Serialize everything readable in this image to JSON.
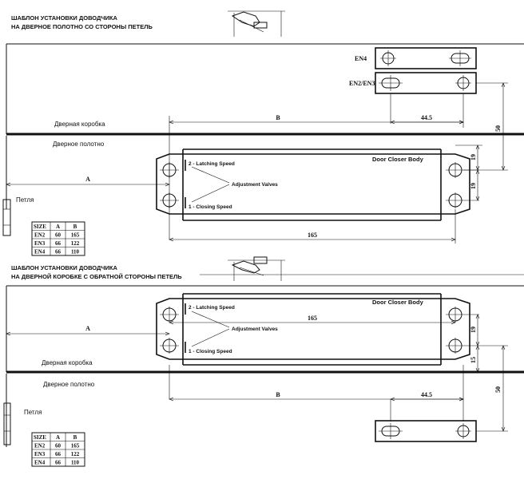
{
  "top_section": {
    "title_line1": "ШАБЛОН УСТАНОВКИ ДОВОДЧИКА",
    "title_line2": "НА ДВЕРНОЕ ПОЛОТНО СО СТОРОНЫ ПЕТЕЛЬ",
    "frame_label": "Дверная коробка",
    "door_label": "Дверное полотно",
    "hinge_label": "Петля",
    "bracket_en4_label": "EN4",
    "bracket_en2en3_label": "EN2/EN3",
    "body_label": "Door Closer Body",
    "latching_label": "2 - Latching Speed",
    "valves_label": "Adjustment Valves",
    "closing_label": "1 - Closing Speed",
    "dim_A": "A",
    "dim_B": "B",
    "dim_445": "44.5",
    "dim_50": "50",
    "dim_19a": "19",
    "dim_19b": "19",
    "dim_165": "165"
  },
  "bottom_section": {
    "title_line1": "ШАБЛОН УСТАНОВКИ ДОВОДЧИКА",
    "title_line2": "НА ДВЕРНОЙ КОРОБКЕ С ОБРАТНОЙ СТОРОНЫ ПЕТЕЛЬ",
    "frame_label": "Дверная коробка",
    "door_label": "Дверное полотно",
    "hinge_label": "Петля",
    "body_label": "Door Closer Body",
    "latching_label": "2 - Latching Speed",
    "valves_label": "Adjustment Valves",
    "closing_label": "1 - Closing Speed",
    "dim_A": "A",
    "dim_B": "B",
    "dim_445": "44.5",
    "dim_50": "50",
    "dim_19": "19",
    "dim_15": "15",
    "dim_165": "165"
  },
  "size_table": {
    "headers": [
      "SIZE",
      "A",
      "B"
    ],
    "rows": [
      [
        "EN2",
        "60",
        "165"
      ],
      [
        "EN3",
        "66",
        "122"
      ],
      [
        "EN4",
        "66",
        "110"
      ]
    ]
  }
}
